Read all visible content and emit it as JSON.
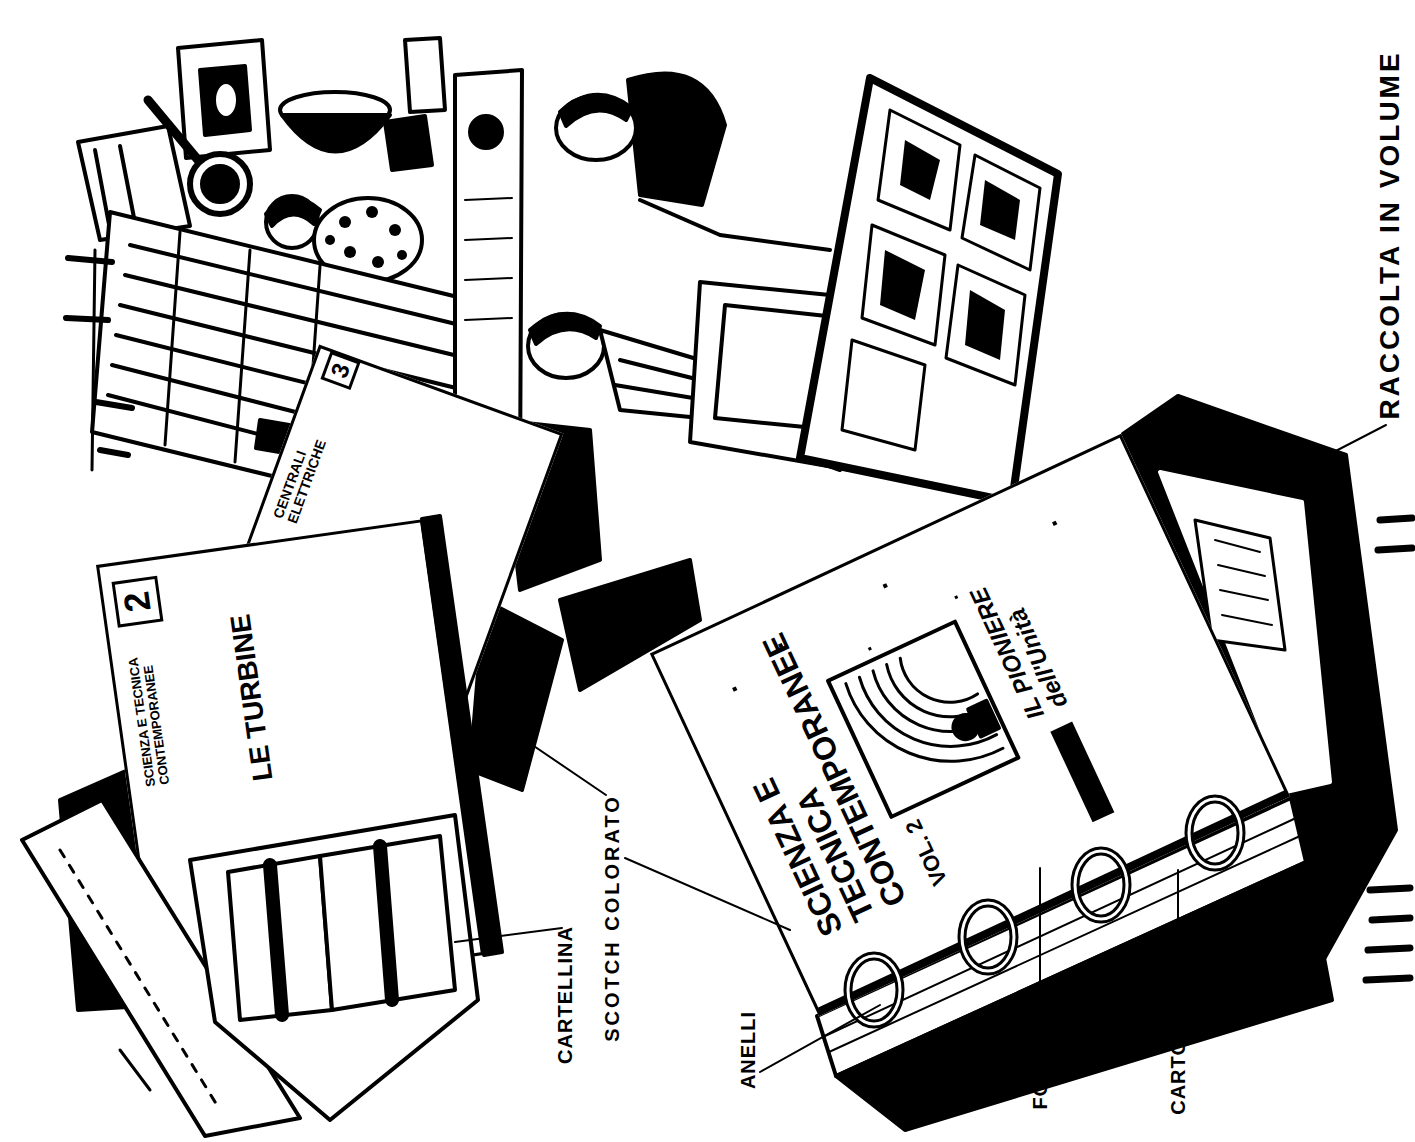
{
  "diagram": {
    "nodes": [
      {
        "text": [
          "SCIENZA E TECNICA CONTEMPORANEE",
          "2",
          "LE TURBINE"
        ]
      },
      {
        "text": [
          "3",
          "CENTRALI ELETTRICHE"
        ]
      },
      {
        "text": [
          "SCIENZA E TECNICA CONTEMPORANEE",
          "VOL. 2",
          "IL PIONIERE dell'Unità"
        ]
      }
    ],
    "edges": [],
    "labels": [
      "CARTELLINA",
      "SCOTCH COLORATO",
      "ANELLI",
      "FOTO",
      "CARTONE",
      "RACCOLTA IN VOLUME"
    ]
  }
}
